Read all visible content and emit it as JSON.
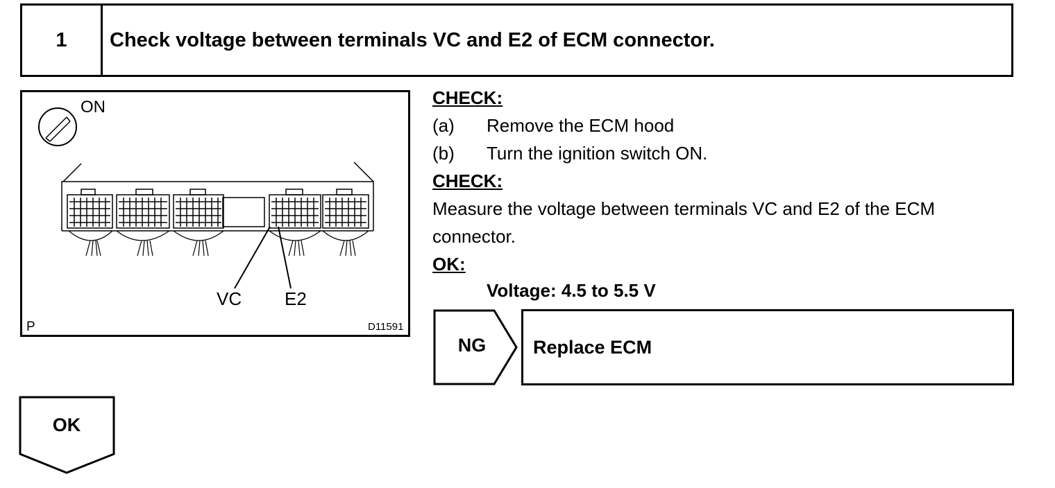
{
  "step": {
    "number": "1",
    "title": "Check voltage between terminals VC and E2 of ECM connector."
  },
  "figure": {
    "ignition_label": "ON",
    "terminal_vc_label": "VC",
    "terminal_e2_label": "E2",
    "corner_label": "P",
    "figure_id": "D11591"
  },
  "procedure": {
    "prep_heading": "CHECK:",
    "prep_steps": [
      {
        "marker": "(a)",
        "text": "Remove the ECM hood"
      },
      {
        "marker": "(b)",
        "text": "Turn the ignition switch ON."
      }
    ],
    "check_heading": "CHECK:",
    "check_text_line1": "Measure the voltage between terminals VC and E2 of the ECM",
    "check_text_line2": "connector.",
    "ok_heading": "OK:",
    "ok_spec": "Voltage: 4.5 to 5.5 V"
  },
  "ng_branch": {
    "label": "NG",
    "action": "Replace ECM"
  },
  "ok_branch": {
    "label": "OK"
  }
}
